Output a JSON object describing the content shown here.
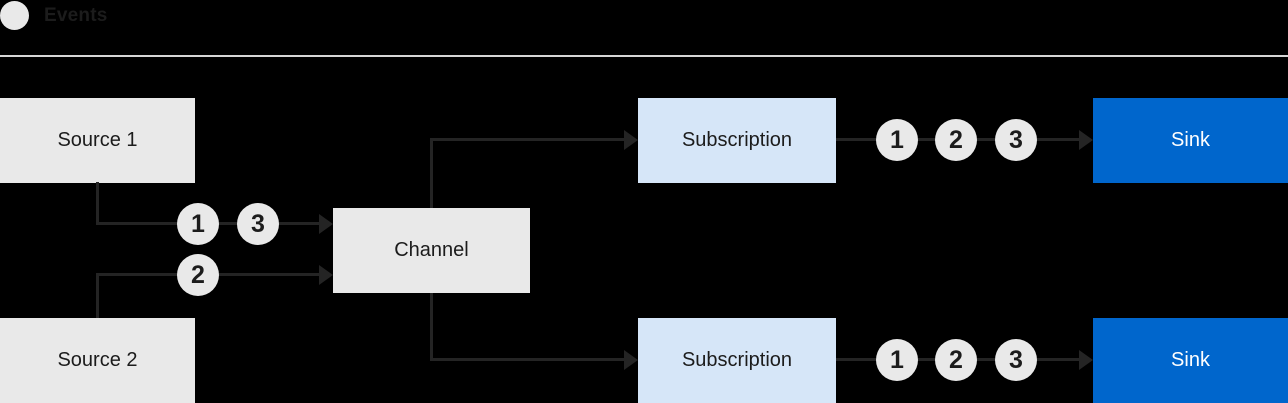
{
  "legend": {
    "label": "Events"
  },
  "colors": {
    "background": "#000000",
    "box-gray": "#e9e9e9",
    "box-light-blue": "#d6e6f8",
    "box-blue": "#0066cc",
    "line": "#242424",
    "text-dark": "#1c1c1c",
    "text-light": "#ffffff",
    "divider": "#d6d6d6",
    "circle-fill": "#e9e9e9"
  },
  "nodes": {
    "source1": {
      "label": "Source 1"
    },
    "source2": {
      "label": "Source 2"
    },
    "channel": {
      "label": "Channel"
    },
    "subscription1": {
      "label": "Subscription"
    },
    "subscription2": {
      "label": "Subscription"
    },
    "sink1": {
      "label": "Sink"
    },
    "sink2": {
      "label": "Sink"
    }
  },
  "events": {
    "source1_to_channel": [
      "1",
      "3"
    ],
    "source2_to_channel": [
      "2"
    ],
    "subscription1_to_sink": [
      "1",
      "2",
      "3"
    ],
    "subscription2_to_sink": [
      "1",
      "2",
      "3"
    ]
  }
}
